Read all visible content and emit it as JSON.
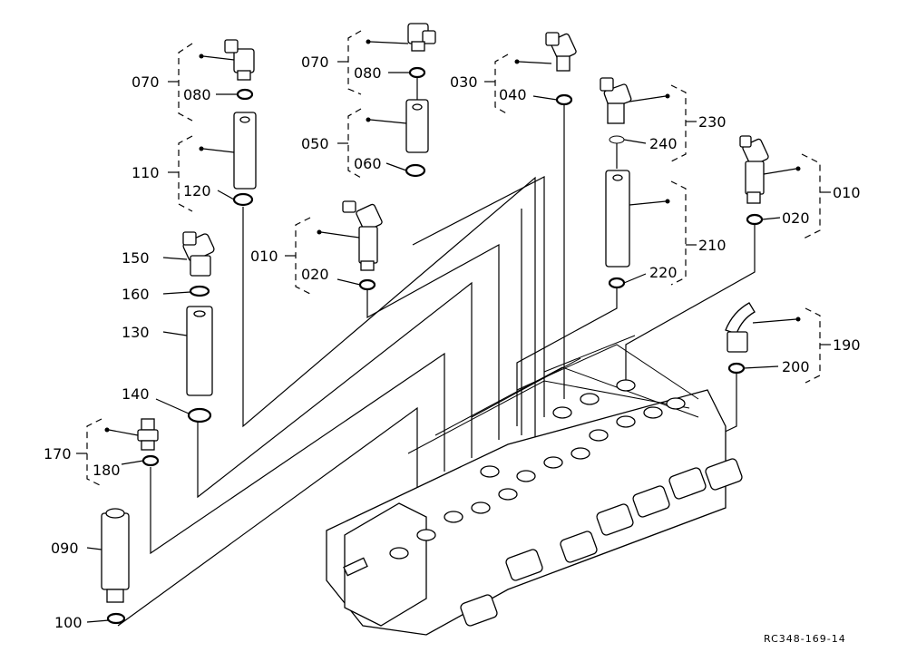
{
  "labels": {
    "l070a": "070",
    "l080a": "080",
    "l110": "110",
    "l120": "120",
    "l070b": "070",
    "l080b": "080",
    "l050": "050",
    "l060": "060",
    "l030": "030",
    "l040": "040",
    "l230": "230",
    "l240": "240",
    "l210": "210",
    "l220": "220",
    "l010a": "010",
    "l020a": "020",
    "l010b": "010",
    "l020b": "020",
    "l150": "150",
    "l160": "160",
    "l130": "130",
    "l140": "140",
    "l190": "190",
    "l200": "200",
    "l170": "170",
    "l180": "180",
    "l090": "090",
    "l100": "100"
  },
  "drawing_code": "RC348-169-14"
}
